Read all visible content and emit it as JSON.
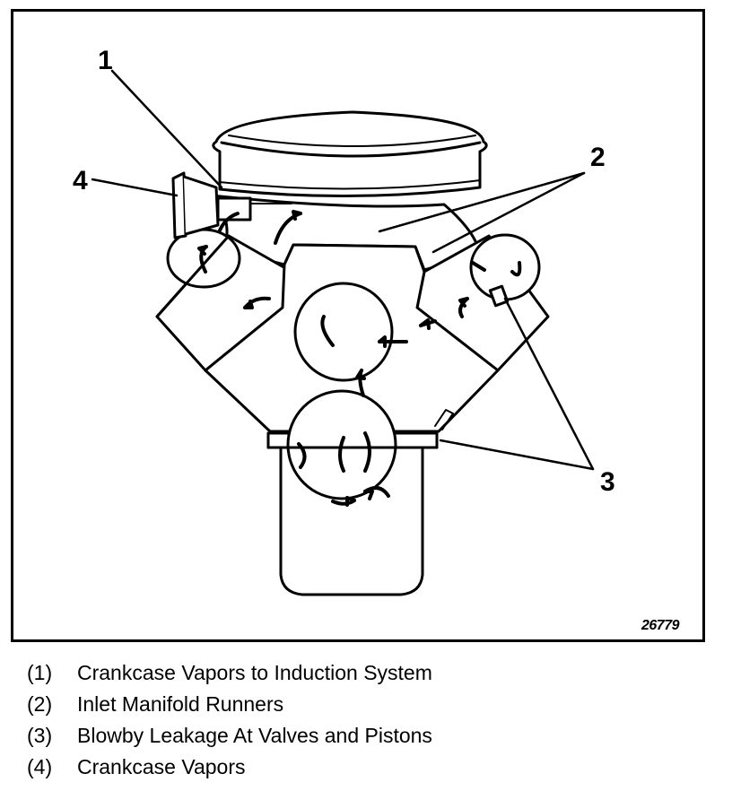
{
  "figure": {
    "callouts": [
      "1",
      "2",
      "3",
      "4"
    ],
    "figure_id": "26779"
  },
  "legend": [
    {
      "num": "(1)",
      "text": "Crankcase Vapors to Induction System"
    },
    {
      "num": "(2)",
      "text": "Inlet Manifold Runners"
    },
    {
      "num": "(3)",
      "text": "Blowby Leakage At Valves and Pistons"
    },
    {
      "num": "(4)",
      "text": "Crankcase Vapors"
    }
  ]
}
